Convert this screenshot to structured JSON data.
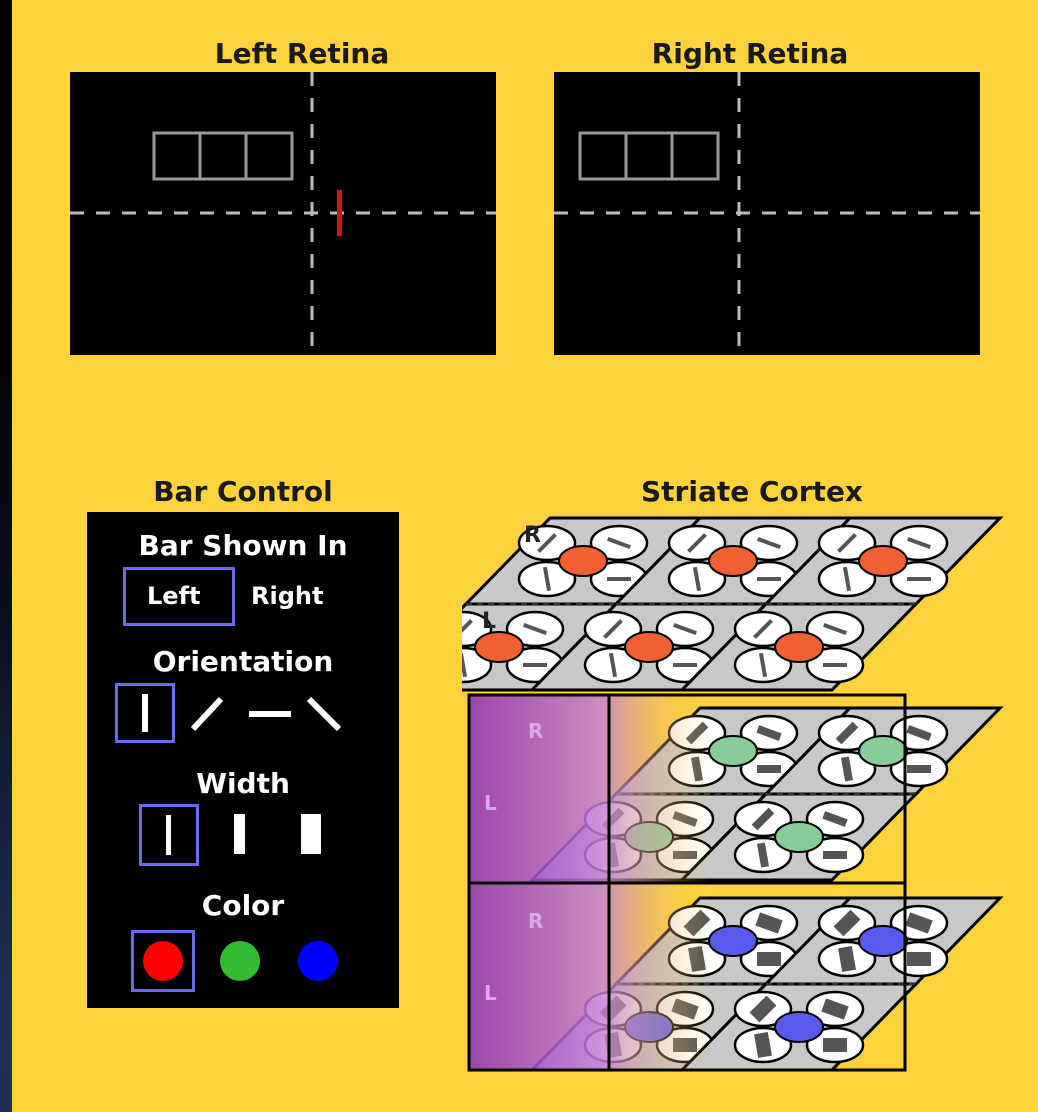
{
  "left_retina": {
    "title": "Left Retina"
  },
  "right_retina": {
    "title": "Right Retina"
  },
  "bar_control": {
    "title": "Bar Control",
    "bar_shown_in": {
      "label": "Bar Shown In",
      "options": [
        "Left",
        "Right"
      ],
      "selected": "Left"
    },
    "orientation": {
      "label": "Orientation",
      "options": [
        "vertical",
        "diagonal-up",
        "horizontal",
        "diagonal-down"
      ],
      "selected": "vertical"
    },
    "width": {
      "label": "Width",
      "options": [
        "thin",
        "medium",
        "thick"
      ],
      "selected": "thin"
    },
    "color": {
      "label": "Color",
      "options": [
        "#ff0000",
        "#33bb33",
        "#0000ff"
      ],
      "selected": "#ff0000"
    }
  },
  "striate_cortex": {
    "title": "Striate Cortex",
    "eye_labels": [
      "R",
      "L"
    ],
    "layer_colors": {
      "top": "#f06030",
      "middle": "#88cc99",
      "bottom": "#5a5aee"
    }
  },
  "colors": {
    "background": "#fdd23c",
    "selection": "#6b6bf0",
    "stimulus": "#e01010"
  }
}
